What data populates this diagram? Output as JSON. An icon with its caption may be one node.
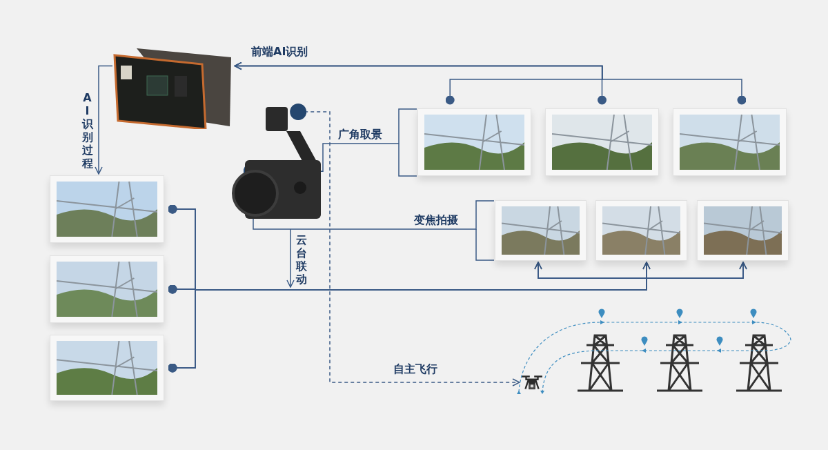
{
  "diagram": {
    "nodes": [
      {
        "text": [],
        "shape": "picture"
      },
      {
        "text": [],
        "shape": "picture"
      },
      {
        "text": [],
        "shape": "picture"
      },
      {
        "text": [],
        "shape": "picture"
      },
      {
        "text": [],
        "shape": "picture"
      },
      {
        "text": [],
        "shape": "picture"
      },
      {
        "text": [],
        "shape": "picture"
      },
      {
        "text": [],
        "shape": "picture"
      },
      {
        "text": [],
        "shape": "picture"
      },
      {
        "text": [],
        "shape": "picture"
      },
      {
        "text": [],
        "shape": "picture"
      },
      {
        "text": [],
        "shape": "picture"
      }
    ],
    "edges": [
      {
        "from": 3,
        "to": 0,
        "arrow": "to",
        "label": "前端AI识别"
      },
      {
        "from": 2,
        "to": 0,
        "arrow": "to"
      },
      {
        "from": 4,
        "to": 0,
        "arrow": "to"
      },
      {
        "from": 0,
        "to": 8,
        "arrow": "to",
        "label": "AI识别过程"
      },
      {
        "from": 1,
        "to": 2,
        "arrow": "other",
        "label": "广角取景"
      },
      {
        "from": 1,
        "to": 5,
        "arrow": "other",
        "label": "变焦拍摄"
      },
      {
        "from": 1,
        "to": null,
        "arrow": "to",
        "label": "云台联动"
      },
      {
        "from": 1,
        "to": 11,
        "arrow": "to",
        "label": "自主飞行",
        "style": "dashed"
      },
      {
        "from": 8,
        "to": 5,
        "arrow": "to"
      },
      {
        "from": 8,
        "to": 6,
        "arrow": "to"
      },
      {
        "from": 8,
        "to": 7,
        "arrow": "to"
      },
      {
        "from": 9,
        "to": 5,
        "arrow": "to"
      },
      {
        "from": 9,
        "to": 6,
        "arrow": "to"
      },
      {
        "from": 9,
        "to": 7,
        "arrow": "to"
      },
      {
        "from": 10,
        "to": 5,
        "arrow": "to"
      },
      {
        "from": 10,
        "to": 6,
        "arrow": "to"
      },
      {
        "from": 10,
        "to": 7,
        "arrow": "to"
      }
    ]
  }
}
